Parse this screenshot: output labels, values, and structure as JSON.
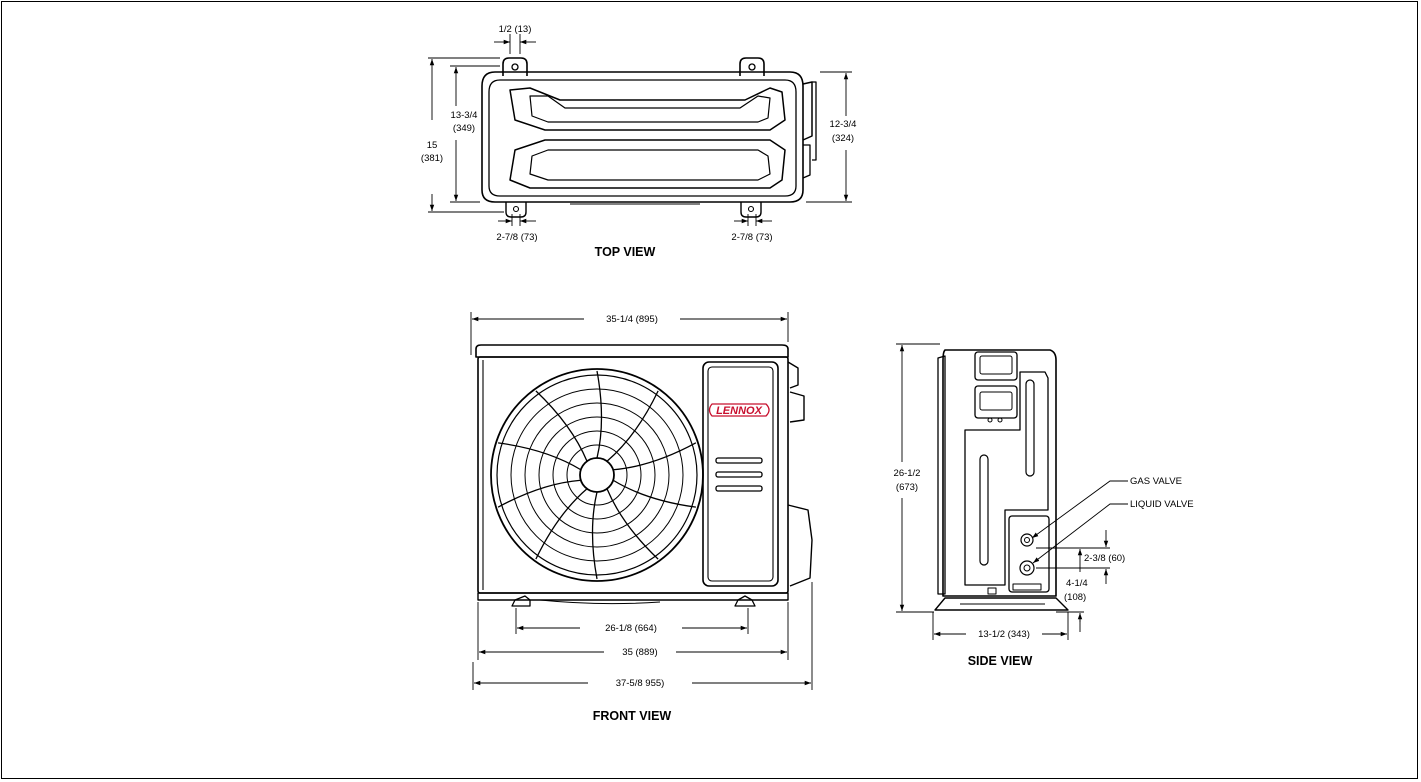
{
  "top_view": {
    "title": "TOP VIEW",
    "dim_tab_width": "1/2 (13)",
    "dim_depth_inner_a": "13-3/4",
    "dim_depth_inner_b": "(349)",
    "dim_depth_outer_a": "15",
    "dim_depth_outer_b": "(381)",
    "dim_right_a": "12-3/4",
    "dim_right_b": "(324)",
    "dim_foot_left": "2-7/8 (73)",
    "dim_foot_right": "2-7/8 (73)"
  },
  "front_view": {
    "title": "FRONT VIEW",
    "brand": "LENNOX",
    "dim_top_width": "35-1/4 (895)",
    "dim_feet_spacing": "26-1/8 (664)",
    "dim_base_width": "35 (889)",
    "dim_overall_width": "37-5/8 955)"
  },
  "side_view": {
    "title": "SIDE VIEW",
    "dim_height_a": "26-1/2",
    "dim_height_b": "(673)",
    "gas_valve": "GAS VALVE",
    "liquid_valve": "LIQUID VALVE",
    "dim_valve_gap": "2-3/8 (60)",
    "dim_valve_height_a": "4-1/4",
    "dim_valve_height_b": "(108)",
    "dim_depth": "13-1/2 (343)"
  },
  "colors": {
    "line": "#000000",
    "brand": "#c8102e"
  }
}
